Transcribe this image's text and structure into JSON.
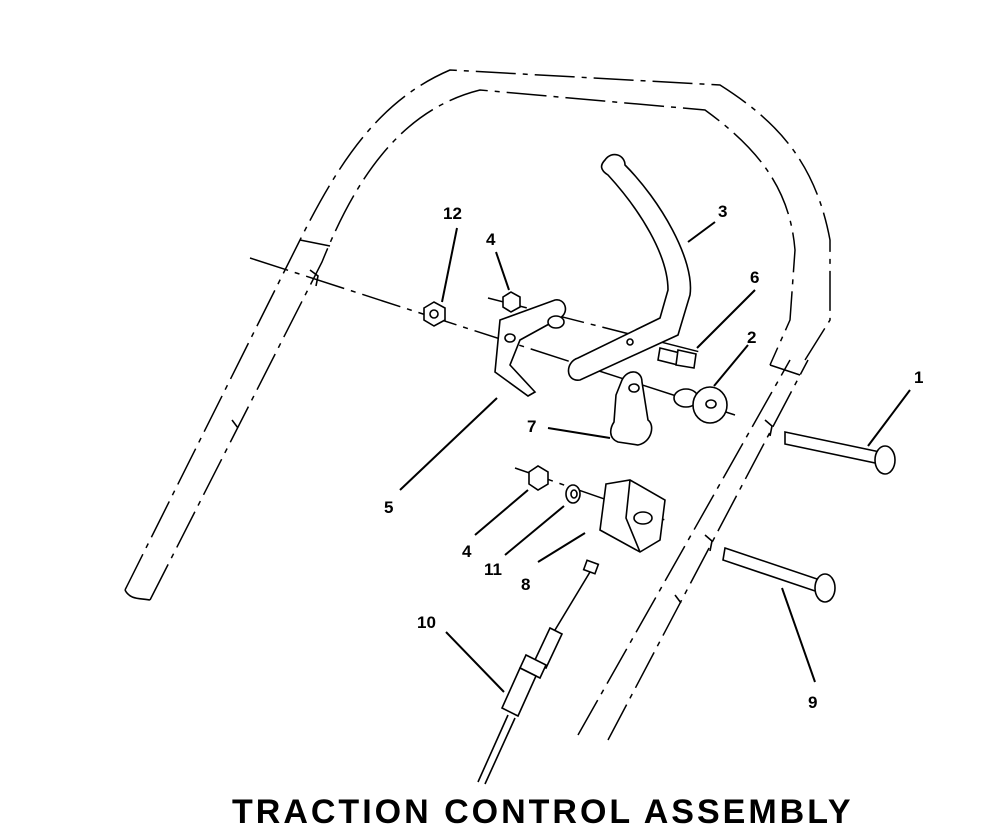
{
  "figure": {
    "caption": "TRACTION CONTROL ASSEMBLY",
    "callouts": [
      {
        "id": "c1",
        "label": "1"
      },
      {
        "id": "c2",
        "label": "2"
      },
      {
        "id": "c3",
        "label": "3"
      },
      {
        "id": "c4a",
        "label": "4"
      },
      {
        "id": "c4b",
        "label": "4"
      },
      {
        "id": "c5",
        "label": "5"
      },
      {
        "id": "c6",
        "label": "6"
      },
      {
        "id": "c7",
        "label": "7"
      },
      {
        "id": "c8",
        "label": "8"
      },
      {
        "id": "c9",
        "label": "9"
      },
      {
        "id": "c10",
        "label": "10"
      },
      {
        "id": "c11",
        "label": "11"
      },
      {
        "id": "c12",
        "label": "12"
      }
    ]
  }
}
